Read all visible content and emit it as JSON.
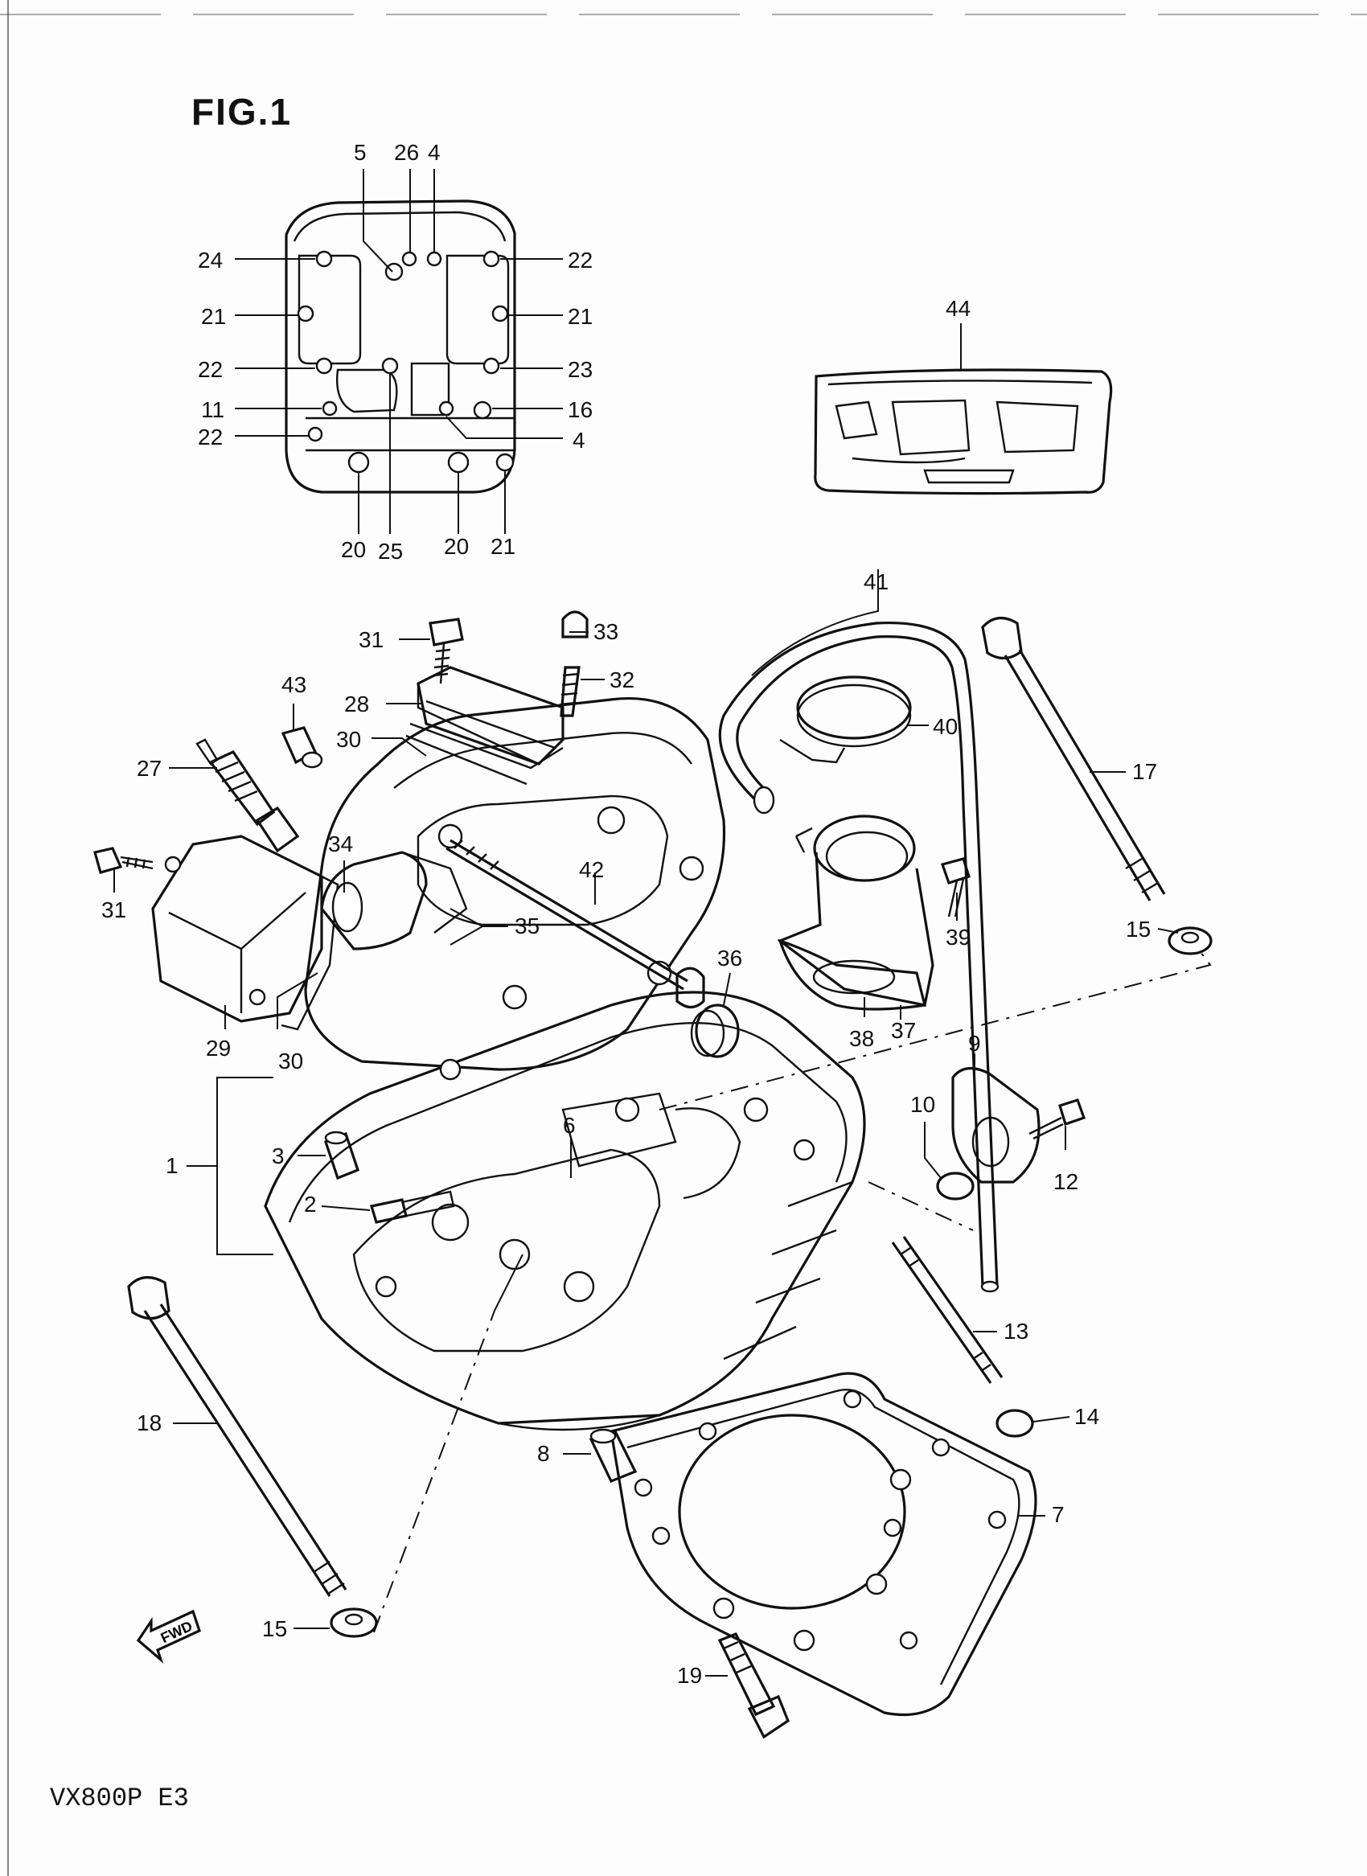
{
  "figure": {
    "title": "FIG.1",
    "model": "VX800P E3",
    "fwd_label": "FWD"
  },
  "callouts": [
    {
      "id": "c5",
      "text": "5"
    },
    {
      "id": "c26",
      "text": "26"
    },
    {
      "id": "c4a",
      "text": "4"
    },
    {
      "id": "c24",
      "text": "24"
    },
    {
      "id": "c22a",
      "text": "22"
    },
    {
      "id": "c21a",
      "text": "21"
    },
    {
      "id": "c21b",
      "text": "21"
    },
    {
      "id": "c22b",
      "text": "22"
    },
    {
      "id": "c23",
      "text": "23"
    },
    {
      "id": "c11",
      "text": "11"
    },
    {
      "id": "c16",
      "text": "16"
    },
    {
      "id": "c22c",
      "text": "22"
    },
    {
      "id": "c4b",
      "text": "4"
    },
    {
      "id": "c20a",
      "text": "20"
    },
    {
      "id": "c25",
      "text": "25"
    },
    {
      "id": "c20b",
      "text": "20"
    },
    {
      "id": "c21c",
      "text": "21"
    },
    {
      "id": "c44",
      "text": "44"
    },
    {
      "id": "c41",
      "text": "41"
    },
    {
      "id": "c31a",
      "text": "31"
    },
    {
      "id": "c33",
      "text": "33"
    },
    {
      "id": "c32",
      "text": "32"
    },
    {
      "id": "c43",
      "text": "43"
    },
    {
      "id": "c28",
      "text": "28"
    },
    {
      "id": "c30a",
      "text": "30"
    },
    {
      "id": "c27",
      "text": "27"
    },
    {
      "id": "c40",
      "text": "40"
    },
    {
      "id": "c17",
      "text": "17"
    },
    {
      "id": "c34",
      "text": "34"
    },
    {
      "id": "c42",
      "text": "42"
    },
    {
      "id": "c31b",
      "text": "31"
    },
    {
      "id": "c35",
      "text": "35"
    },
    {
      "id": "c39",
      "text": "39"
    },
    {
      "id": "c15a",
      "text": "15"
    },
    {
      "id": "c36",
      "text": "36"
    },
    {
      "id": "c29",
      "text": "29"
    },
    {
      "id": "c30b",
      "text": "30"
    },
    {
      "id": "c38",
      "text": "38"
    },
    {
      "id": "c37",
      "text": "37"
    },
    {
      "id": "c9",
      "text": "9"
    },
    {
      "id": "c10",
      "text": "10"
    },
    {
      "id": "c6",
      "text": "6"
    },
    {
      "id": "c1",
      "text": "1"
    },
    {
      "id": "c3",
      "text": "3"
    },
    {
      "id": "c12",
      "text": "12"
    },
    {
      "id": "c2",
      "text": "2"
    },
    {
      "id": "c13",
      "text": "13"
    },
    {
      "id": "c18",
      "text": "18"
    },
    {
      "id": "c14",
      "text": "14"
    },
    {
      "id": "c8",
      "text": "8"
    },
    {
      "id": "c7",
      "text": "7"
    },
    {
      "id": "c15b",
      "text": "15"
    },
    {
      "id": "c19",
      "text": "19"
    }
  ]
}
